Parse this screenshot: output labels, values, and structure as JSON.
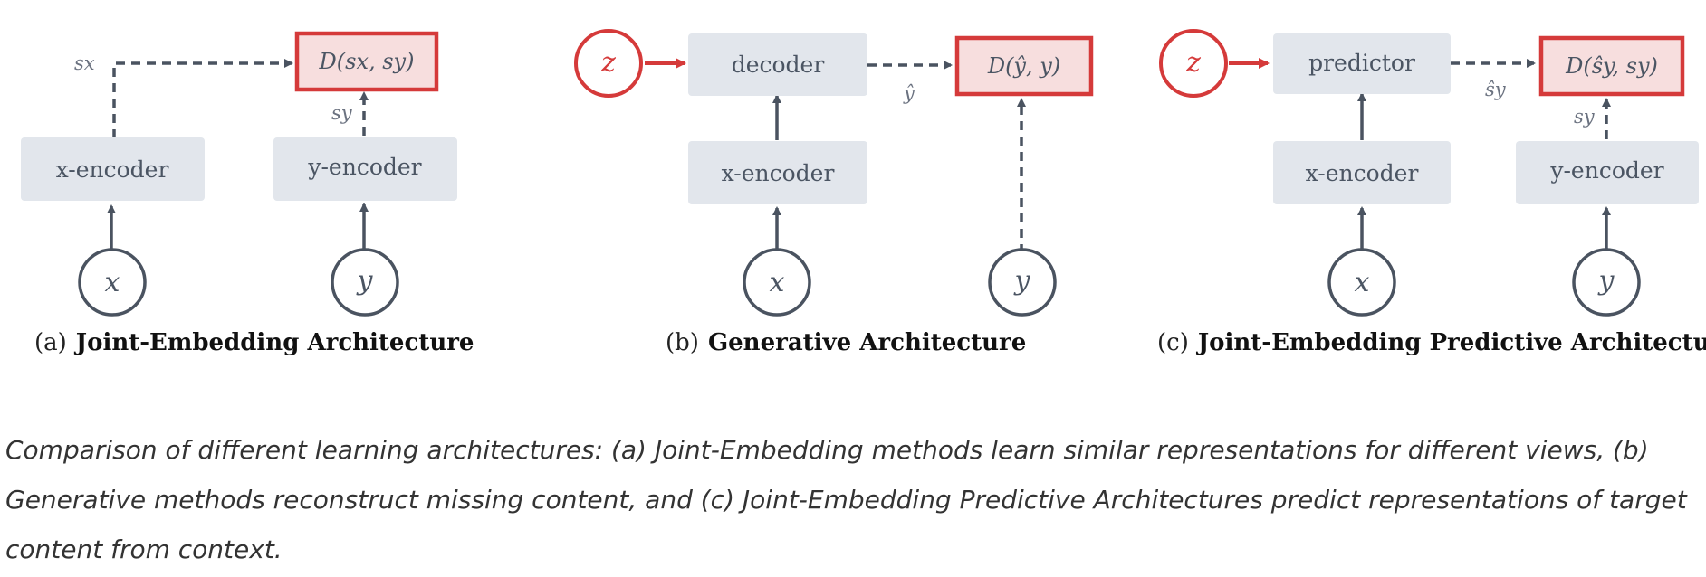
{
  "panels": {
    "a": {
      "x_encoder": "x-encoder",
      "y_encoder": "y-encoder",
      "distance": "D(sx, sy)",
      "s_x": "sx",
      "s_y": "sy",
      "x": "x",
      "y": "y",
      "caption_prefix": "(a)",
      "caption_title": "Joint-Embedding Architecture"
    },
    "b": {
      "z": "z",
      "decoder": "decoder",
      "x_encoder": "x-encoder",
      "distance": "D(ŷ, y)",
      "y_hat": "ŷ",
      "x": "x",
      "y": "y",
      "caption_prefix": "(b)",
      "caption_title": "Generative Architecture"
    },
    "c": {
      "z": "z",
      "predictor": "predictor",
      "x_encoder": "x-encoder",
      "y_encoder": "y-encoder",
      "distance": "D(ŝy, sy)",
      "s_y_hat": "ŝy",
      "s_y": "sy",
      "x": "x",
      "y": "y",
      "caption_prefix": "(c)",
      "caption_title": "Joint-Embedding Predictive Architecture"
    }
  },
  "caption": "Comparison of different learning architectures: (a) Joint-Embedding methods learn similar representations for different views, (b) Generative methods reconstruct missing content, and (c) Joint-Embedding Predictive Architectures predict representations of target content from context.",
  "colors": {
    "box_fill": "#e2e6ec",
    "red": "#d53a3a",
    "red_fill": "#f7dede",
    "arrow": "#4a5360"
  }
}
